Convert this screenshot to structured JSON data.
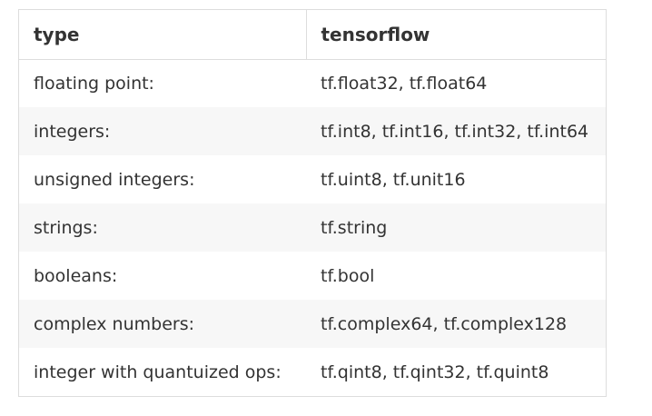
{
  "table": {
    "headers": [
      "type",
      "tensorflow"
    ],
    "rows": [
      [
        "floating point:",
        "tf.float32, tf.float64"
      ],
      [
        "integers:",
        "tf.int8, tf.int16, tf.int32, tf.int64"
      ],
      [
        "unsigned integers:",
        "tf.uint8, tf.unit16"
      ],
      [
        "strings:",
        "tf.string"
      ],
      [
        "booleans:",
        "tf.bool"
      ],
      [
        "complex numbers:",
        "tf.complex64, tf.complex128"
      ],
      [
        "integer with quantuized ops:",
        "tf.qint8, tf.qint32, tf.quint8"
      ]
    ]
  }
}
